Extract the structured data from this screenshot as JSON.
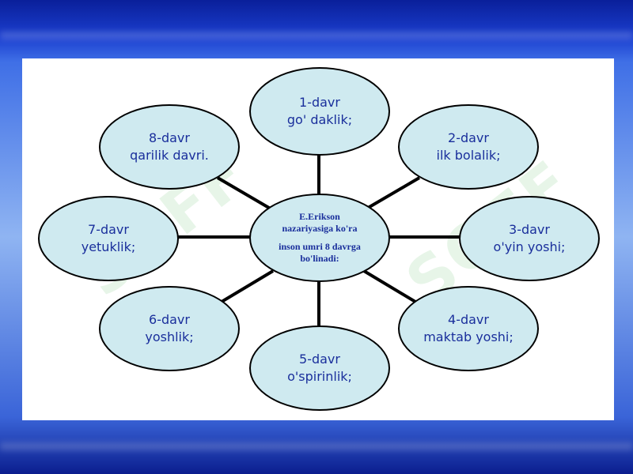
{
  "center": {
    "line1": "E.Erikson",
    "line2": "nazariyasiga ko'ra",
    "line3": "inson umri 8 davrga",
    "line4": "bo'linadi:"
  },
  "nodes": [
    {
      "title": "1-davr",
      "subtitle": "go' daklik;"
    },
    {
      "title": "2-davr",
      "subtitle": "ilk bolalik;"
    },
    {
      "title": "3-davr",
      "subtitle": "o'yin yoshi;"
    },
    {
      "title": "4-davr",
      "subtitle": "maktab yoshi;"
    },
    {
      "title": "5-davr",
      "subtitle": "o'spirinlik;"
    },
    {
      "title": "6-davr",
      "subtitle": "yoshlik;"
    },
    {
      "title": "7-davr",
      "subtitle": "yetuklik;"
    },
    {
      "title": "8-davr",
      "subtitle": "qarilik davri."
    }
  ],
  "watermark": "SOFF",
  "colors": {
    "node_fill": "#cfeaf0",
    "text": "#1a2f9c",
    "panel": "#ffffff",
    "connector": "#000000"
  }
}
